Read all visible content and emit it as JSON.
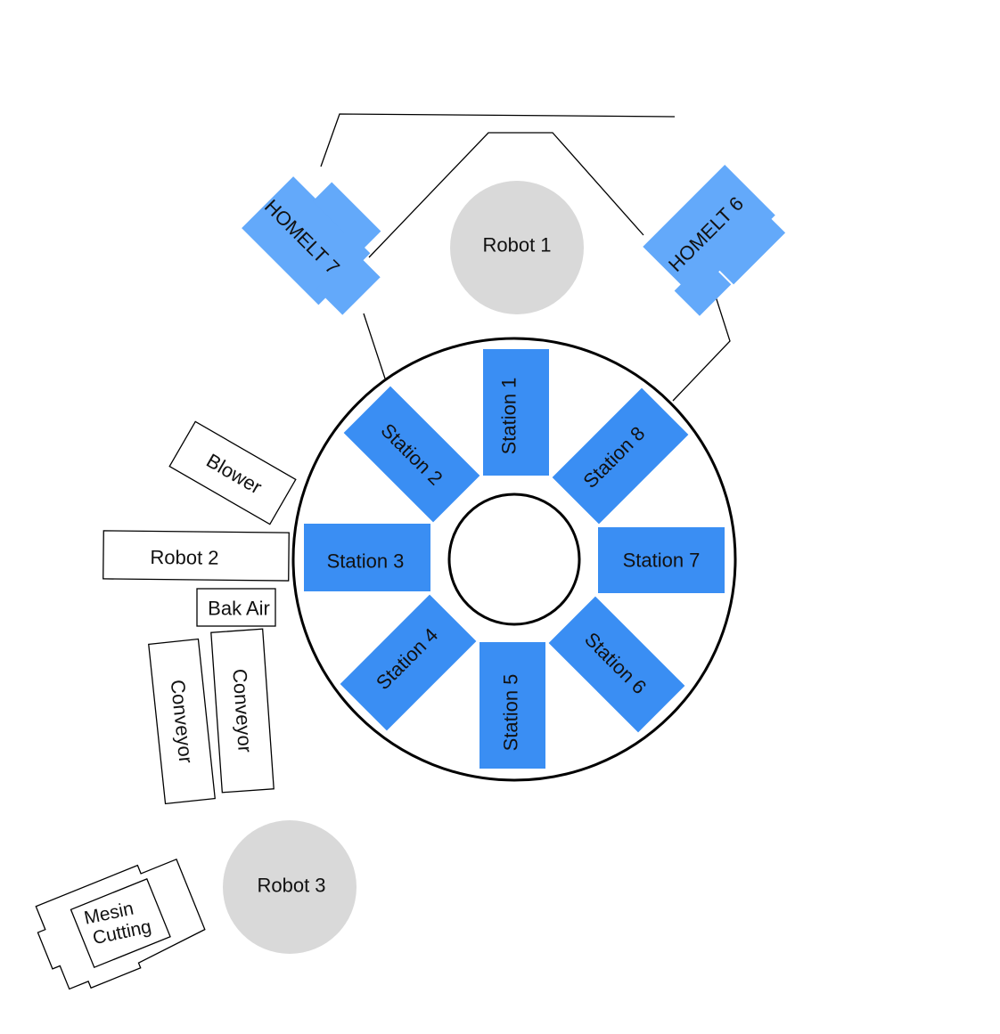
{
  "colors": {
    "station_fill": "#3a8ef3",
    "homelt_fill": "#63a9fa",
    "robot_fill": "#d9d9d9",
    "outline": "#000000",
    "background": "#ffffff"
  },
  "labels": {
    "robot_1": "Robot 1",
    "robot_2": "Robot 2",
    "robot_3": "Robot 3",
    "homelt_7": "HOMELT 7",
    "homelt_6": "HOMELT 6",
    "station_1": "Station 1",
    "station_2": "Station 2",
    "station_3": "Station 3",
    "station_4": "Station 4",
    "station_5": "Station 5",
    "station_6": "Station 6",
    "station_7": "Station 7",
    "station_8": "Station 8",
    "blower": "Blower",
    "bak_air": "Bak Air",
    "conveyor_left": "Conveyor",
    "conveyor_right": "Conveyor",
    "mesin_cutting_line1": "Mesin",
    "mesin_cutting_line2": "Cutting"
  }
}
